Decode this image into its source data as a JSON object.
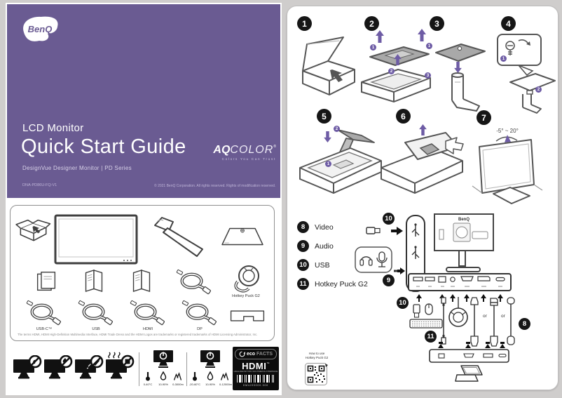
{
  "cover": {
    "brand": "BenQ",
    "product_type": "LCD Monitor",
    "title": "Quick Start Guide",
    "subtitle": "DesignVue Designer Monitor  |  PD Series",
    "part_number": "DNA-PD86U-FQ-V1",
    "copyright": "© 2021 BenQ Corporation. All rights reserved. Rights of modification reserved.",
    "aqcolor_bold": "AQ",
    "aqcolor_light": "COLOR",
    "aqcolor_reg": "®",
    "aqcolor_tagline": "Colors You Can Trust"
  },
  "contents": {
    "hotkey_label": "Hotkey Puck G2",
    "cables": [
      "USB-C™",
      "USB",
      "HDMI",
      "DP"
    ],
    "disclaimer": "The terms HDMI, HDMI High-Definition Multimedia Interface, HDMI Trade Dress and the HDMI Logos are trademarks or registered trademarks of HDMI Licensing Administrator, Inc."
  },
  "footer": {
    "operating": {
      "temp": "0-40°C",
      "humidity": "10-90%",
      "altitude": "0-3000m"
    },
    "storage": {
      "temp": "-20-60°C",
      "humidity": "10-90%",
      "altitude": "0-12000m"
    },
    "eco_bold": "eco",
    "eco_light": "FACTS",
    "hdmi_logo": "HDMI",
    "hdmi_tm": "™",
    "hdmi_sub": "HIGH-DEFINITION MULTIMEDIA INTERFACE",
    "barcode_number": "KM4J00000.000"
  },
  "steps": {
    "s1": "1",
    "s2": "2",
    "s3": "3",
    "s4": "4",
    "s5": "5",
    "s6": "6",
    "s7": "7",
    "sub1": "1",
    "sub2": "2",
    "sub3": "3",
    "tilt_angle": "-5° ~ 20°"
  },
  "legend": {
    "items": [
      {
        "num": "8",
        "label": "Video"
      },
      {
        "num": "9",
        "label": "Audio"
      },
      {
        "num": "10",
        "label": "USB"
      },
      {
        "num": "11",
        "label": "Hotkey Puck G2"
      }
    ]
  },
  "connection": {
    "monitor_brand": "BenQ",
    "num_video": "8",
    "num_audio": "9",
    "num_usb": "10",
    "num_puck": "11",
    "or1": "or",
    "or2": "or",
    "qr_line1": "How to use",
    "qr_line2": "Hotkey Puck G2"
  },
  "colors": {
    "cover_purple": "#6a5b92",
    "accent_purple": "#6e5ca5",
    "ink": "#1c1c1c"
  }
}
